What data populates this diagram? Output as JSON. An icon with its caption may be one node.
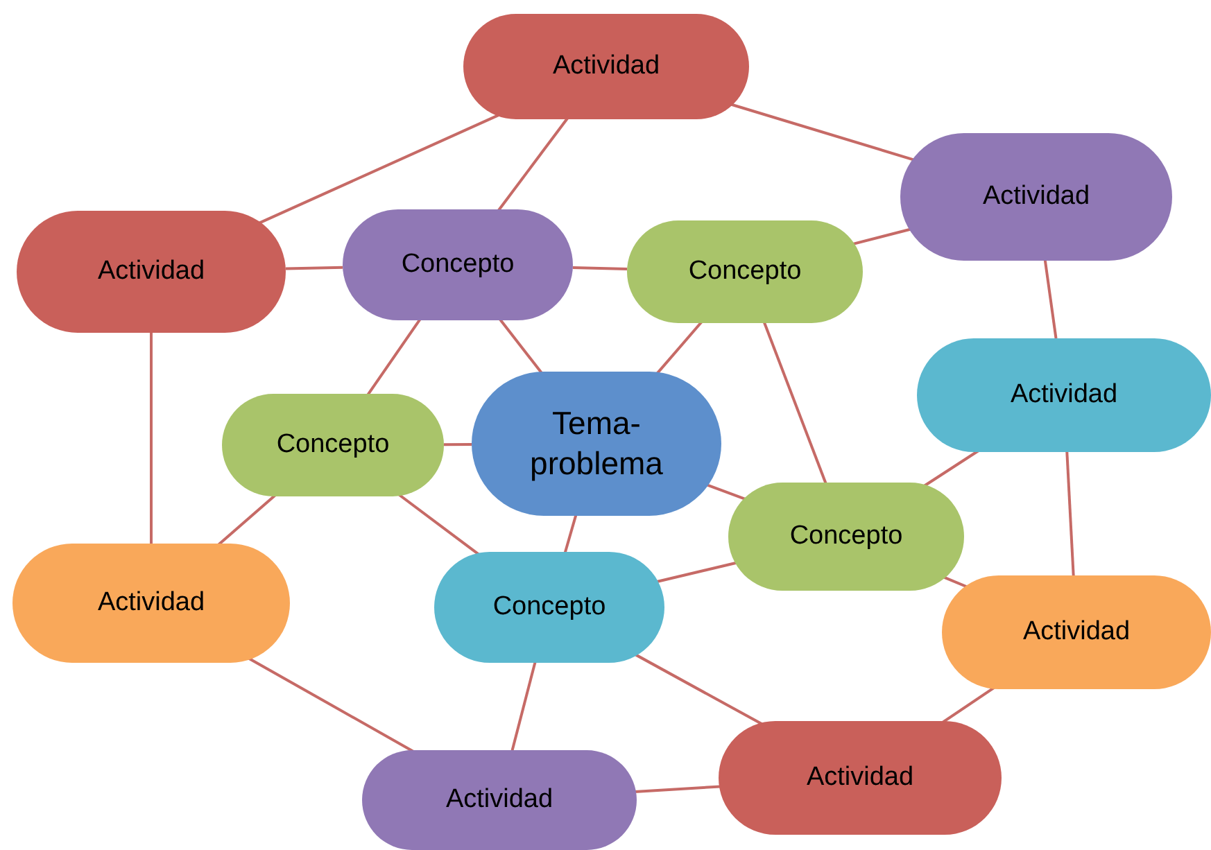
{
  "diagram": {
    "nodes": [
      {
        "text": [
          "Actividad"
        ]
      },
      {
        "text": [
          "Actividad"
        ]
      },
      {
        "text": [
          "Actividad"
        ]
      },
      {
        "text": [
          "Concepto"
        ]
      },
      {
        "text": [
          "Concepto"
        ]
      },
      {
        "text": [
          "Actividad"
        ]
      },
      {
        "text": [
          "Concepto"
        ]
      },
      {
        "text": [
          "Tema-problema"
        ]
      },
      {
        "text": [
          "Concepto"
        ]
      },
      {
        "text": [
          "Actividad"
        ]
      },
      {
        "text": [
          "Concepto"
        ]
      },
      {
        "text": [
          "Actividad"
        ]
      },
      {
        "text": [
          "Actividad"
        ]
      },
      {
        "text": [
          "Actividad"
        ]
      }
    ],
    "edges": [
      {
        "from": 0,
        "to": 2,
        "arrow": "none"
      },
      {
        "from": 0,
        "to": 1,
        "arrow": "none"
      },
      {
        "from": 0,
        "to": 3,
        "arrow": "none"
      },
      {
        "from": 2,
        "to": 3,
        "arrow": "none"
      },
      {
        "from": 3,
        "to": 4,
        "arrow": "none"
      },
      {
        "from": 4,
        "to": 1,
        "arrow": "none"
      },
      {
        "from": 2,
        "to": 9,
        "arrow": "none"
      },
      {
        "from": 1,
        "to": 5,
        "arrow": "none"
      },
      {
        "from": 3,
        "to": 6,
        "arrow": "none"
      },
      {
        "from": 3,
        "to": 7,
        "arrow": "none"
      },
      {
        "from": 4,
        "to": 7,
        "arrow": "none"
      },
      {
        "from": 4,
        "to": 8,
        "arrow": "none"
      },
      {
        "from": 6,
        "to": 7,
        "arrow": "none"
      },
      {
        "from": 5,
        "to": 8,
        "arrow": "none"
      },
      {
        "from": 7,
        "to": 8,
        "arrow": "none"
      },
      {
        "from": 7,
        "to": 10,
        "arrow": "none"
      },
      {
        "from": 6,
        "to": 9,
        "arrow": "none"
      },
      {
        "from": 6,
        "to": 10,
        "arrow": "none"
      },
      {
        "from": 8,
        "to": 10,
        "arrow": "none"
      },
      {
        "from": 5,
        "to": 11,
        "arrow": "none"
      },
      {
        "from": 8,
        "to": 11,
        "arrow": "none"
      },
      {
        "from": 9,
        "to": 12,
        "arrow": "none"
      },
      {
        "from": 10,
        "to": 12,
        "arrow": "none"
      },
      {
        "from": 10,
        "to": 13,
        "arrow": "none"
      },
      {
        "from": 12,
        "to": 13,
        "arrow": "none"
      },
      {
        "from": 11,
        "to": 13,
        "arrow": "none"
      }
    ]
  }
}
